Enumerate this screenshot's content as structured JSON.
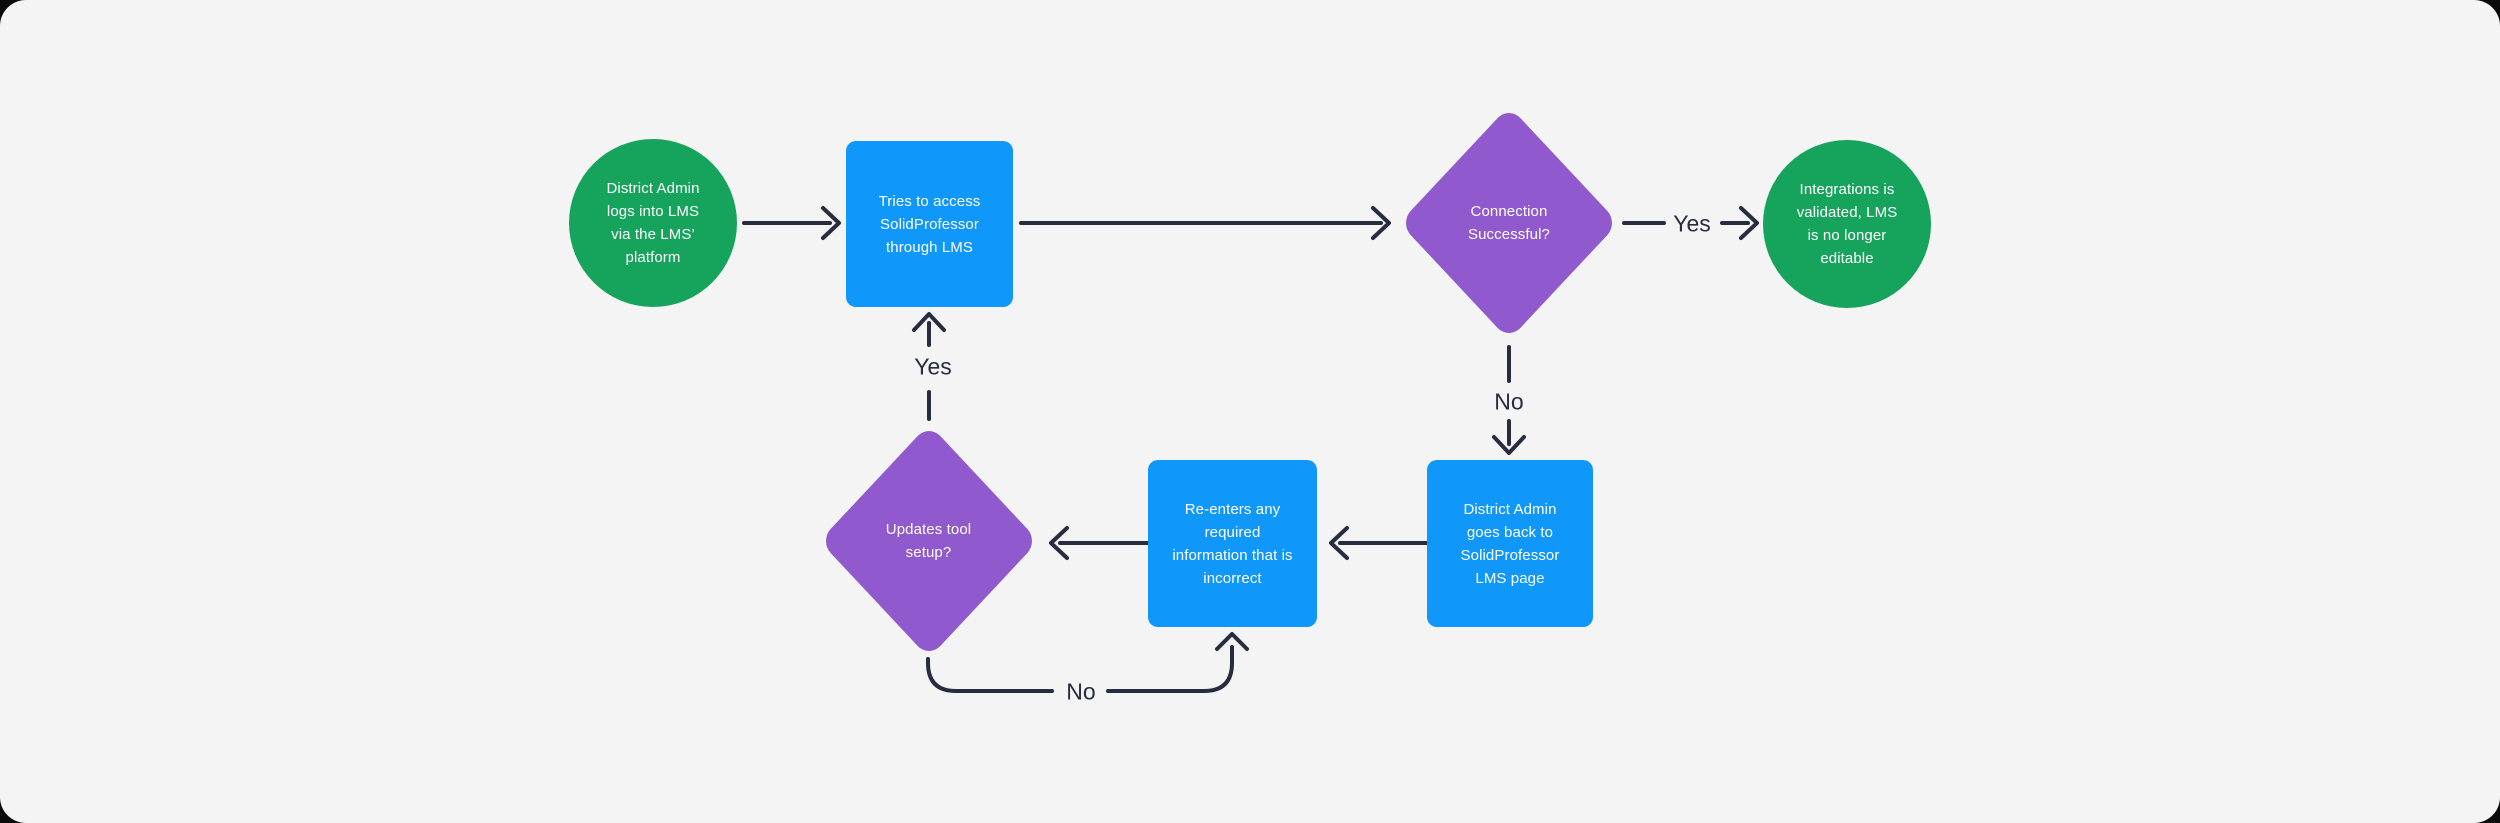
{
  "canvas": {
    "outer_background": "#0B0B0C",
    "background": "#F4F4F5"
  },
  "colors": {
    "terminal_green": "#16A45C",
    "process_blue": "#1097FA",
    "decision_purple": "#9159CE",
    "connector_dark": "#272D3E",
    "node_text": "#FFFFFF"
  },
  "nodes": {
    "start": {
      "shape": "circle",
      "lines": [
        "District Admin",
        "logs into LMS",
        "via the LMS’",
        "platform"
      ]
    },
    "access": {
      "shape": "rounded-rect",
      "lines": [
        "Tries to access",
        "SolidProfessor",
        "through LMS"
      ]
    },
    "connection": {
      "shape": "diamond",
      "lines": [
        "Connection",
        "Successful?"
      ]
    },
    "validated": {
      "shape": "circle",
      "lines": [
        "Integrations is",
        "validated, LMS",
        "is no longer",
        "editable"
      ]
    },
    "goback": {
      "shape": "rounded-rect",
      "lines": [
        "District Admin",
        "goes back to",
        "SolidProfessor",
        "LMS page"
      ]
    },
    "reenter": {
      "shape": "rounded-rect",
      "lines": [
        "Re-enters any",
        "required",
        "information that is",
        "incorrect"
      ]
    },
    "updates": {
      "shape": "diamond",
      "lines": [
        "Updates tool",
        "setup?"
      ]
    }
  },
  "edge_labels": {
    "connection_yes": "Yes",
    "connection_no": "No",
    "updates_yes": "Yes",
    "updates_no": "No"
  }
}
